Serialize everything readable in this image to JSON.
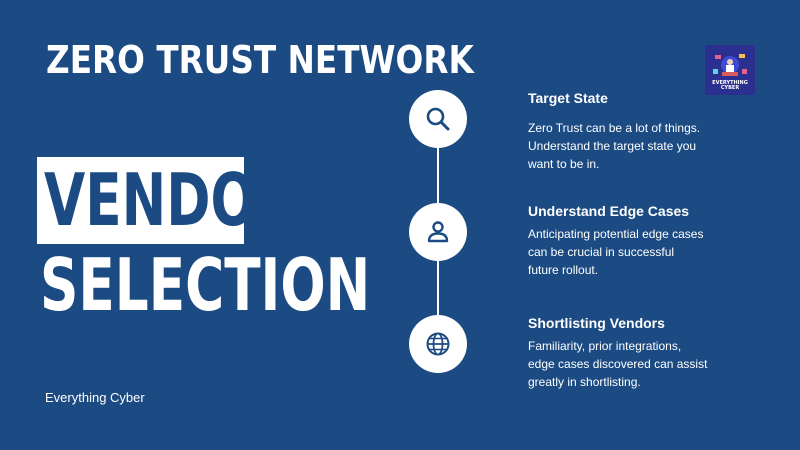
{
  "heading": {
    "title": "ZERO TRUST NETWORK",
    "line1": "VENDOR",
    "line2": "SELECTION"
  },
  "footer": {
    "brand": "Everything Cyber"
  },
  "logo": {
    "text_top": "EVERYTHING",
    "text_bottom": "CYBER"
  },
  "colors": {
    "background": "#1b4b82",
    "foreground": "#ffffff",
    "icon": "#1b4b82"
  },
  "steps": [
    {
      "icon": "search-icon",
      "title": "Target State",
      "description": "Zero Trust can be a lot of things. Understand the target state you want to be in."
    },
    {
      "icon": "person-icon",
      "title": "Understand Edge Cases",
      "description": "Anticipating potential edge cases can be crucial in successful future rollout."
    },
    {
      "icon": "globe-icon",
      "title": "Shortlisting Vendors",
      "description": "Familiarity, prior integrations, edge cases discovered can assist greatly in shortlisting."
    }
  ]
}
